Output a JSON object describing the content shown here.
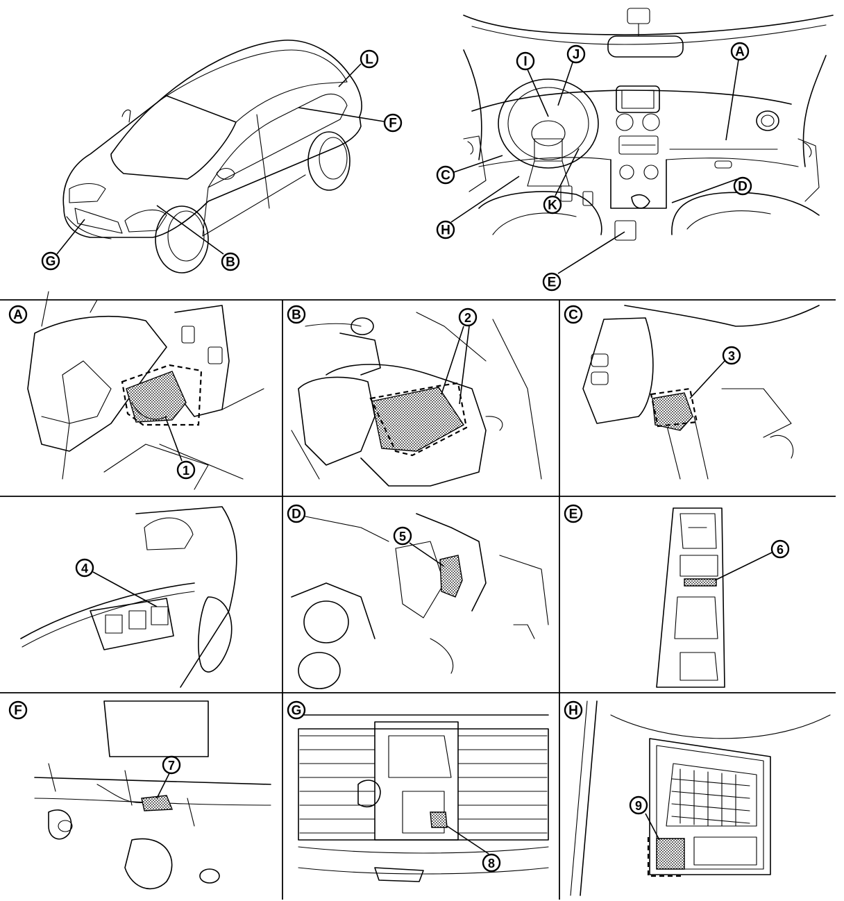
{
  "overview": {
    "car_labels": [
      "L",
      "F",
      "G",
      "B"
    ],
    "interior_labels": [
      "I",
      "J",
      "A",
      "C",
      "H",
      "K",
      "D",
      "E"
    ]
  },
  "panels": [
    {
      "id": "A",
      "part": "1"
    },
    {
      "id": "B",
      "part": "2"
    },
    {
      "id": "C",
      "part": "3"
    },
    {
      "id": "",
      "part": "4"
    },
    {
      "id": "D",
      "part": "5"
    },
    {
      "id": "E",
      "part": "6"
    },
    {
      "id": "F",
      "part": "7"
    },
    {
      "id": "G",
      "part": "8"
    },
    {
      "id": "H",
      "part": "9"
    }
  ]
}
